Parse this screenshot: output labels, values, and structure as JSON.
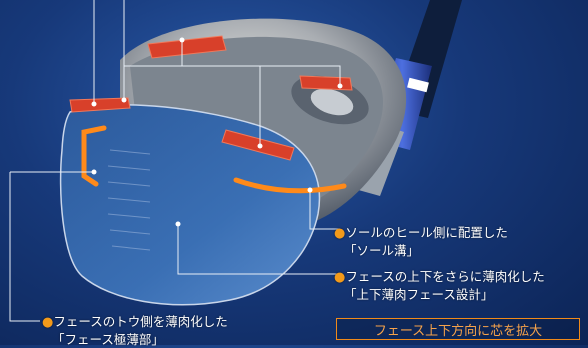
{
  "annotations": {
    "sole_groove": {
      "bullet": "●",
      "line1": "ソールのヒール側に配置した",
      "line2": "「ソール溝」"
    },
    "face_design": {
      "bullet": "●",
      "line1": "フェースの上下をさらに薄肉化した",
      "line2": "「上下薄肉フェース設計」"
    },
    "toe_thin": {
      "bullet": "●",
      "line1": "フェースのトウ側を薄肉化した",
      "line2": "「フェース極薄部」"
    }
  },
  "callout_box": {
    "text": "フェース上下方向に芯を拡大"
  },
  "colors": {
    "background": "#17397a",
    "accent_orange": "#f39a1a",
    "thin_zone_red": "#d8402a",
    "head_silver": "#9aa3ad",
    "leader_line": "#e8eef6"
  },
  "icons": [
    "golf-driver-head-illustration",
    "bullet-dot-icon"
  ]
}
